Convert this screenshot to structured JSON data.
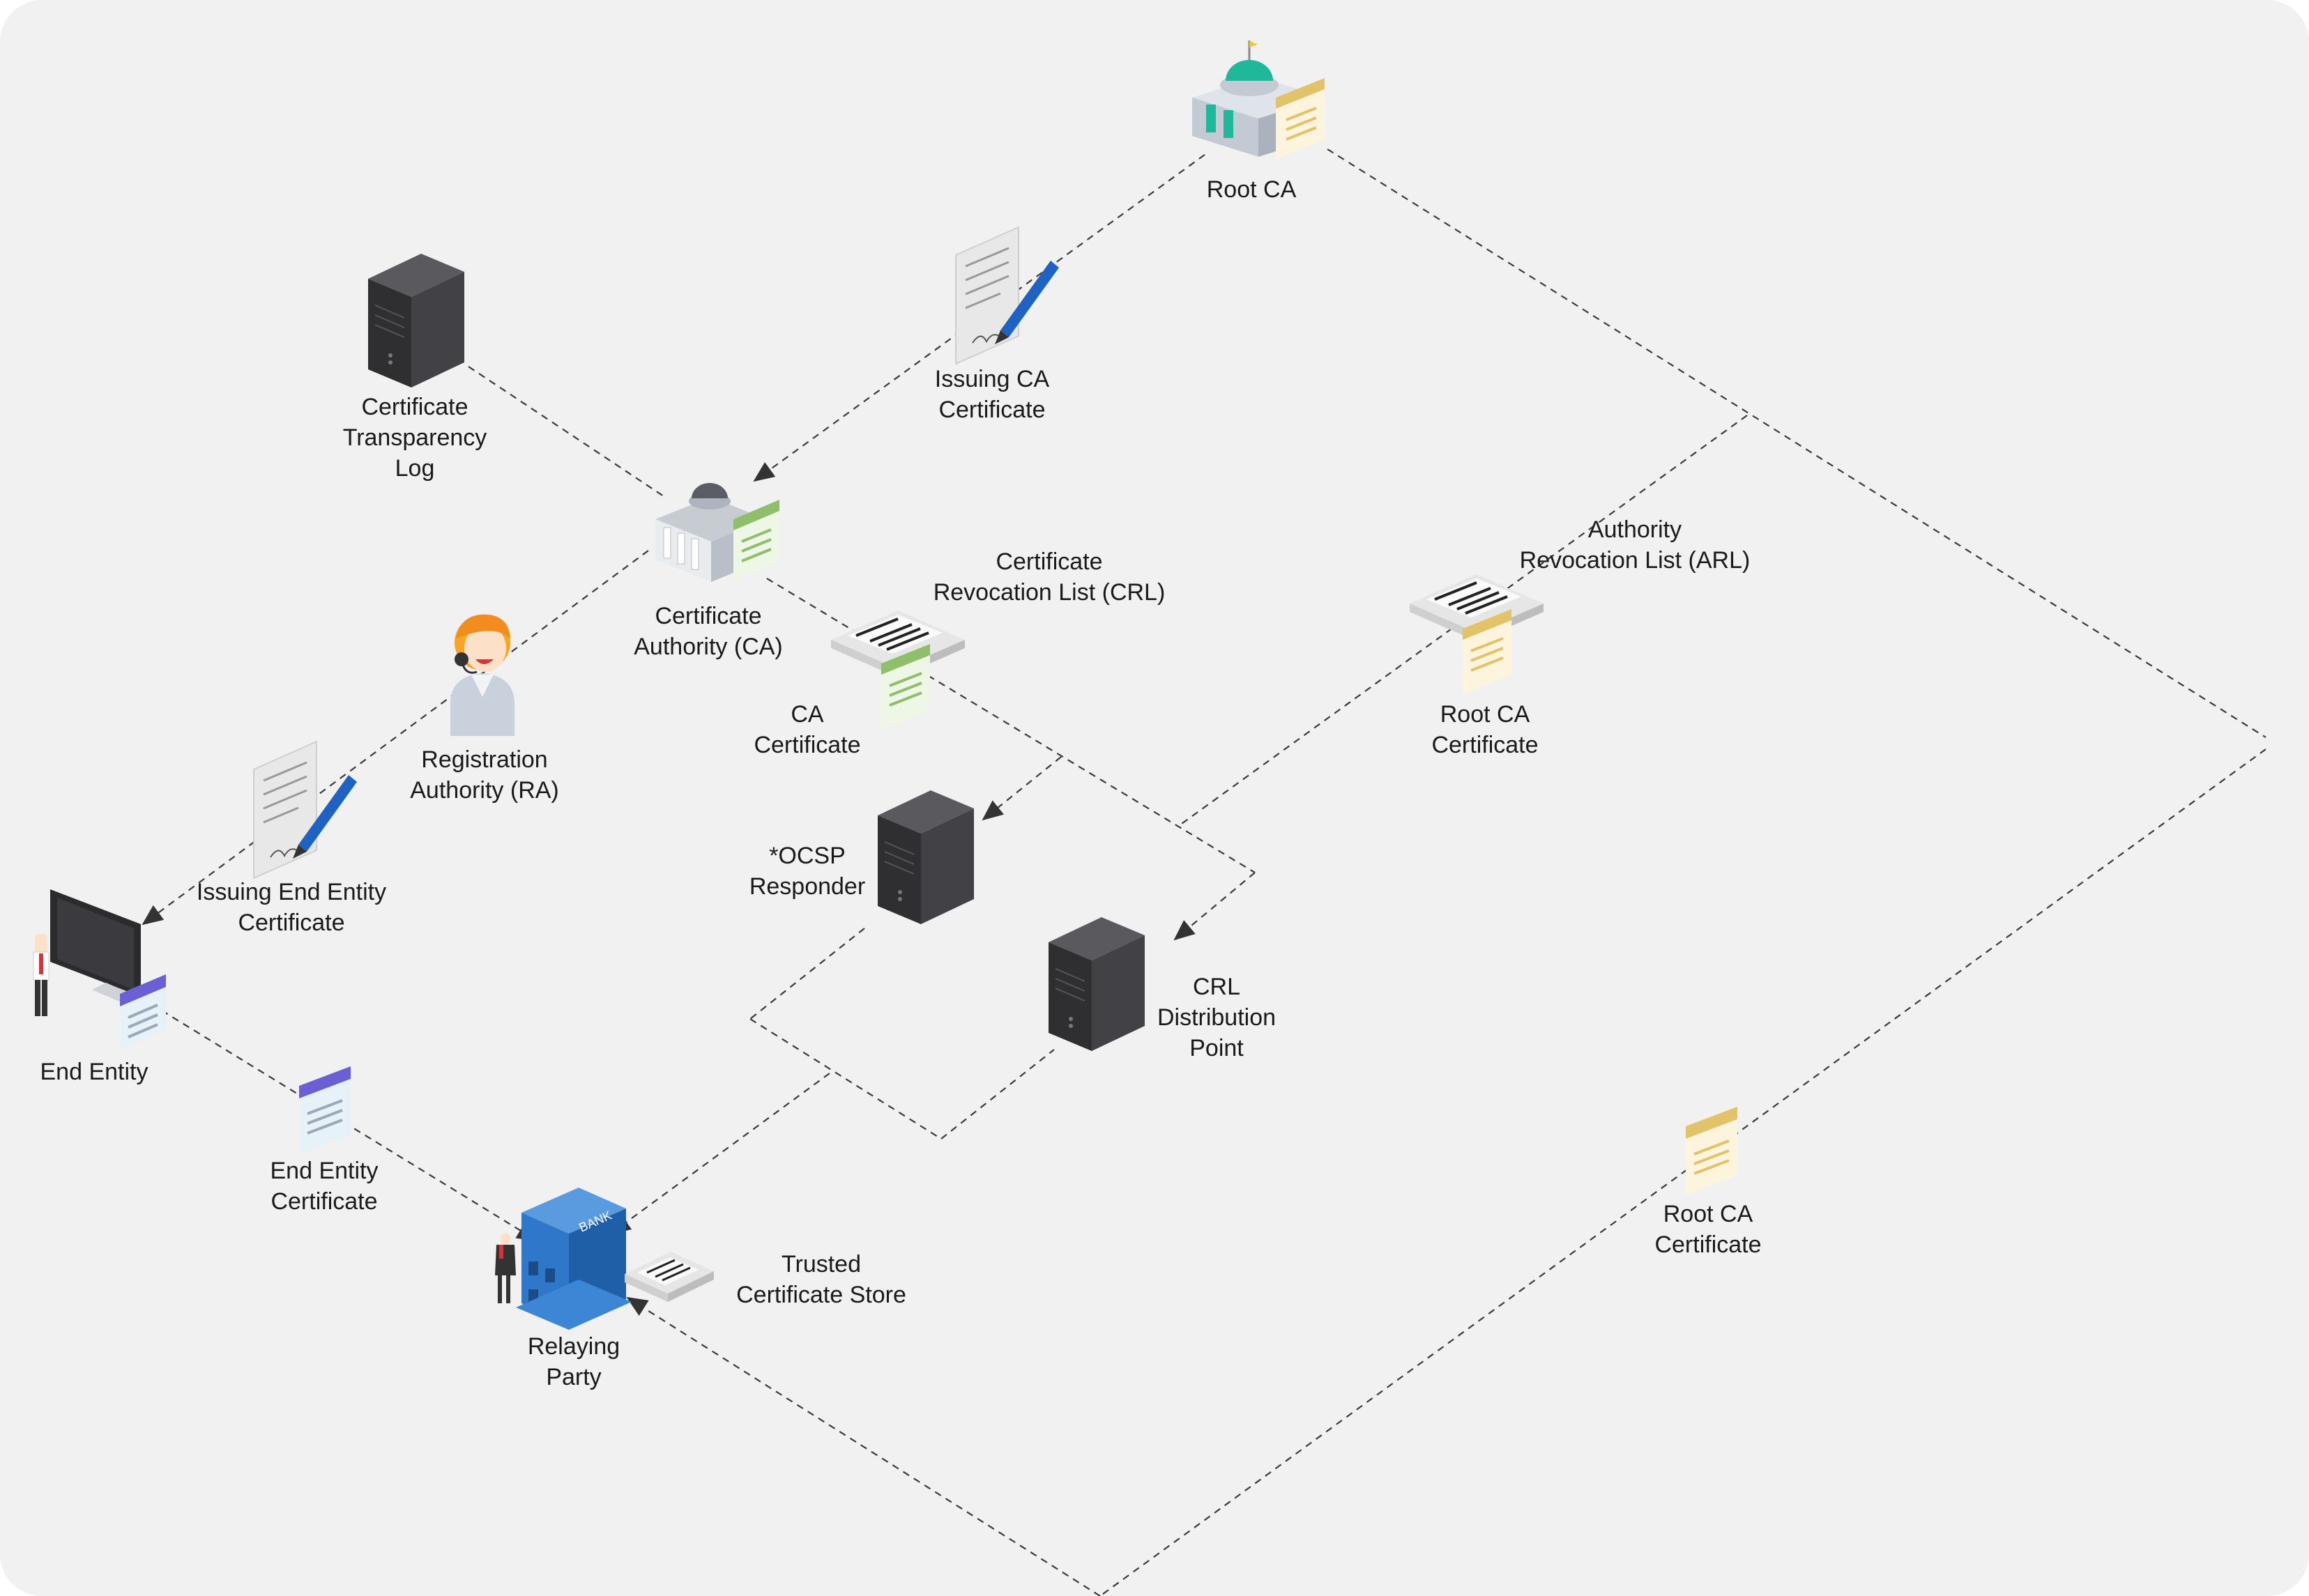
{
  "nodes": {
    "root_ca": [
      "Root CA"
    ],
    "issuing_ca_cert": [
      "Issuing CA",
      "Certificate"
    ],
    "ct_log": [
      "Certificate",
      "Transparency",
      "Log"
    ],
    "ca": [
      "Certificate",
      "Authority (CA)"
    ],
    "crl": [
      "Certificate",
      "Revocation List (CRL)"
    ],
    "ca_cert": [
      "CA",
      "Certificate"
    ],
    "arl": [
      "Authority",
      "Revocation List (ARL)"
    ],
    "root_ca_cert_1": [
      "Root CA",
      "Certificate"
    ],
    "ra": [
      "Registration",
      "Authority (RA)"
    ],
    "issuing_ee_cert": [
      "Issuing End Entity",
      "Certificate"
    ],
    "ocsp": [
      "*OCSP",
      "Responder"
    ],
    "crl_dp": [
      "CRL",
      "Distribution",
      "Point"
    ],
    "end_entity": [
      "End Entity"
    ],
    "ee_cert": [
      "End Entity",
      "Certificate"
    ],
    "root_ca_cert_2": [
      "Root CA",
      "Certificate"
    ],
    "relaying_party": [
      "Relaying",
      "Party"
    ],
    "trusted_store": [
      "Trusted",
      "Certificate Store"
    ]
  },
  "icons": {
    "root_ca": "government-building-icon",
    "issuing_ca_cert": "signed-document-icon",
    "ct_log": "server-icon",
    "ca": "bank-building-icon",
    "crl": "certificate-list-icon",
    "arl": "certificate-list-icon",
    "ra": "support-agent-icon",
    "issuing_ee_cert": "signed-document-icon",
    "ocsp": "server-icon",
    "crl_dp": "server-icon",
    "end_entity": "computer-user-icon",
    "ee_cert": "certificate-icon",
    "root_ca_cert_2": "certificate-icon",
    "relaying_party": "bank-icon",
    "trusted_store": "certificate-store-icon",
    "bank_sign": "BANK"
  },
  "colors": {
    "background": "#f1f1f1",
    "line": "#333333",
    "server": "#3b3b3d",
    "root_dome": "#1fb89a",
    "root_cert": "#e2c36a",
    "ca_cert": "#8fbf6a",
    "ee_cert": "#6b5fd6",
    "bank": "#2f78c9",
    "pen": "#1e63c4"
  }
}
